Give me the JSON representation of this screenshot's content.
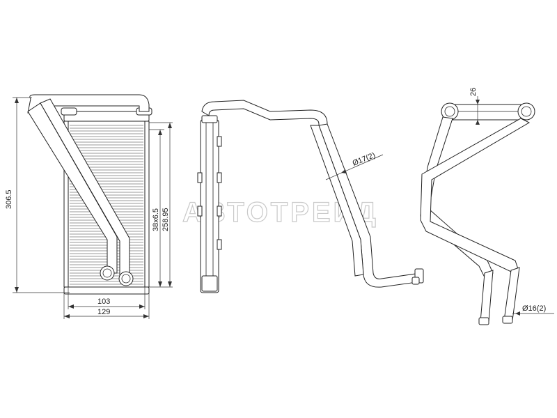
{
  "watermark": "АВТОТРЕЙД",
  "dimensions": {
    "overall_height": "306.5",
    "core_height": "258.95",
    "fin_spec": "38x6.5",
    "core_width": "103",
    "overall_width": "129",
    "outlet_thickness": "26",
    "pipe_diameter_large": "Ø17(2)",
    "pipe_diameter_small": "Ø16(2)"
  },
  "colors": {
    "line": "#222222",
    "watermark": "#c9c9c9"
  }
}
